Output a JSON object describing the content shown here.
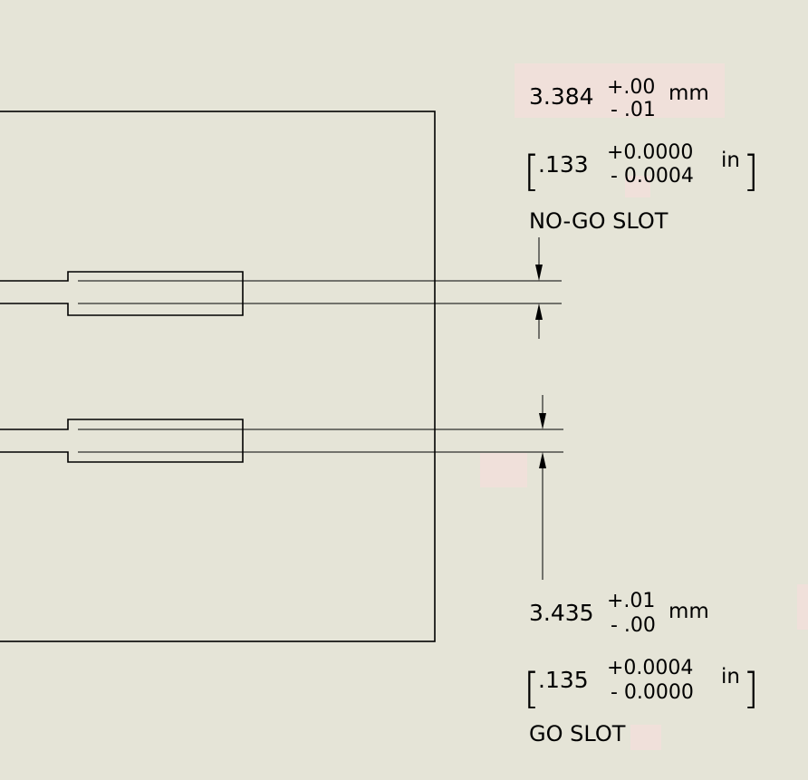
{
  "nogo": {
    "nominal_mm": "3.384",
    "tol_plus_mm": "+.00",
    "tol_minus_mm": "- .01",
    "unit_mm": "mm",
    "bracket_open": "[",
    "nominal_in": ".133",
    "tol_plus_in": "+0.0000",
    "tol_minus_in": "- 0.0004",
    "unit_in": "in",
    "bracket_close": "]",
    "label": "NO-GO SLOT"
  },
  "go": {
    "nominal_mm": "3.435",
    "tol_plus_mm": "+.01",
    "tol_minus_mm": "- .00",
    "unit_mm": "mm",
    "bracket_open": "[",
    "nominal_in": ".135",
    "tol_plus_in": "+0.0004",
    "tol_minus_in": "- 0.0000",
    "unit_in": "in",
    "bracket_close": "]",
    "label": "GO SLOT"
  },
  "colors": {
    "background": "#e5e4d7",
    "line": "#000000",
    "highlight": "#f0e0da"
  }
}
